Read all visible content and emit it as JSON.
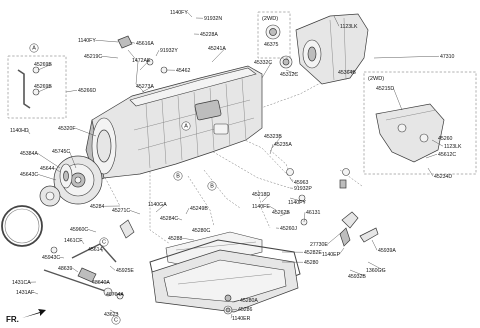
{
  "markers": [
    "A",
    "B",
    "C",
    "A",
    "B",
    "C"
  ],
  "box_titles": [
    "(2WD)",
    "(2WD)"
  ],
  "orientation_label": "FR.",
  "part_labels": [
    "1140FY",
    "91932N",
    "45228A",
    "45616A",
    "1140FY",
    "45219C",
    "91932Y",
    "1472AE",
    "45462",
    "45273A",
    "45241A",
    "45332C",
    "46375",
    "1123LK",
    "45312C",
    "45364B",
    "47310",
    "45269B",
    "45269B",
    "45266D",
    "45215D",
    "1123LK",
    "1140HD",
    "45320F",
    "45260",
    "45323B",
    "45235A",
    "45612C",
    "45384A",
    "45745C",
    "45643C",
    "45644",
    "45234D",
    "45963",
    "45218D",
    "91932P",
    "1140FY",
    "1140GA",
    "45249B",
    "46131",
    "45271C",
    "45284C",
    "45284",
    "45262B",
    "45260J",
    "27730E",
    "1140EP",
    "45939A",
    "45932B",
    "1360GG",
    "45280C",
    "45282E",
    "45280",
    "45288",
    "45960C",
    "1461CF",
    "45614",
    "45943C",
    "48639",
    "45925E",
    "1431CA",
    "1431AF",
    "48640A",
    "46704A",
    "43623",
    "45280A",
    "45286",
    "1140ER",
    "1140FE"
  ]
}
